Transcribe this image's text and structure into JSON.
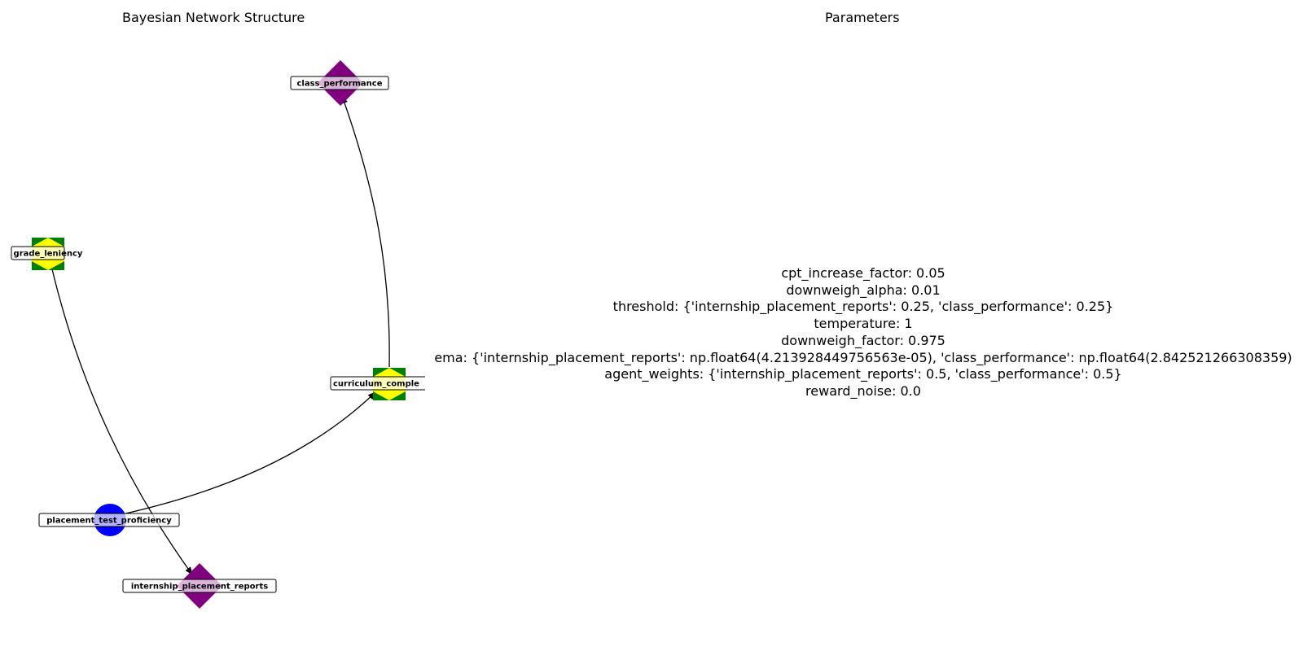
{
  "titles": {
    "network": "Bayesian Network Structure",
    "parameters": "Parameters"
  },
  "nodes": [
    {
      "id": "class_performance",
      "label": "class_performance",
      "shape": "diamond",
      "colors": [
        "#800080"
      ]
    },
    {
      "id": "grade_leniency",
      "label": "grade_leniency",
      "shape": "split-square",
      "colors": [
        "#008000",
        "#ffff00"
      ]
    },
    {
      "id": "curriculum_complexity",
      "label": "curriculum_comple",
      "shape": "split-square",
      "colors": [
        "#008000",
        "#ffff00"
      ]
    },
    {
      "id": "placement_test_proficiency",
      "label": "placement_test_proficiency",
      "shape": "circle",
      "colors": [
        "#0000ff"
      ]
    },
    {
      "id": "internship_placement_reports",
      "label": "internship_placement_reports",
      "shape": "diamond",
      "colors": [
        "#800080"
      ]
    }
  ],
  "edges": [
    {
      "from": "curriculum_complexity",
      "to": "class_performance"
    },
    {
      "from": "grade_leniency",
      "to": "internship_placement_reports"
    },
    {
      "from": "placement_test_proficiency",
      "to": "curriculum_complexity"
    }
  ],
  "parameters": [
    "cpt_increase_factor: 0.05",
    "downweigh_alpha: 0.01",
    "threshold: {'internship_placement_reports': 0.25, 'class_performance': 0.25}",
    "temperature: 1",
    "downweigh_factor: 0.975",
    "ema: {'internship_placement_reports': np.float64(4.213928449756563e-05), 'class_performance': np.float64(2.842521266308359)",
    "agent_weights: {'internship_placement_reports': 0.5, 'class_performance': 0.5}",
    "reward_noise: 0.0"
  ]
}
